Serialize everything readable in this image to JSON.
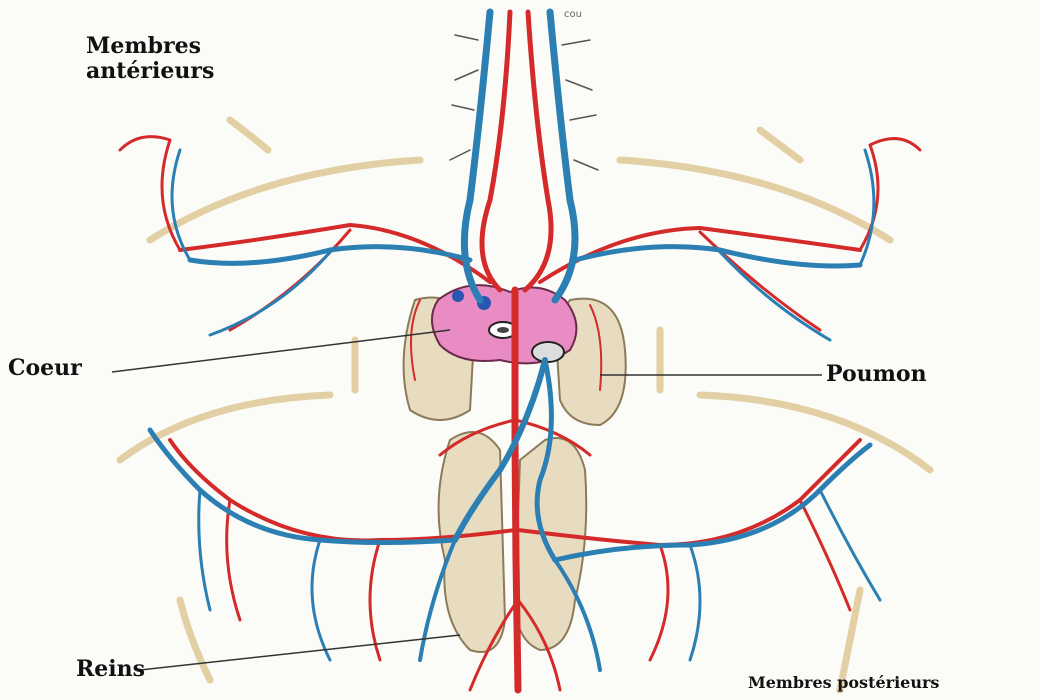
{
  "labels": {
    "membres_anterieurs_line1": "Membres",
    "membres_anterieurs_line2": "antérieurs",
    "coeur": "Coeur",
    "poumon": "Poumon",
    "reins": "Reins",
    "membres_posterieurs": "Membres postérieurs",
    "cou": "cou"
  },
  "colors": {
    "artery": "#d42a2a",
    "vein": "#2b7fb3",
    "heart": "#e98cc4",
    "organ": "#e8dcc0",
    "sketch": "#555555",
    "outline": "#e3cfa4"
  }
}
